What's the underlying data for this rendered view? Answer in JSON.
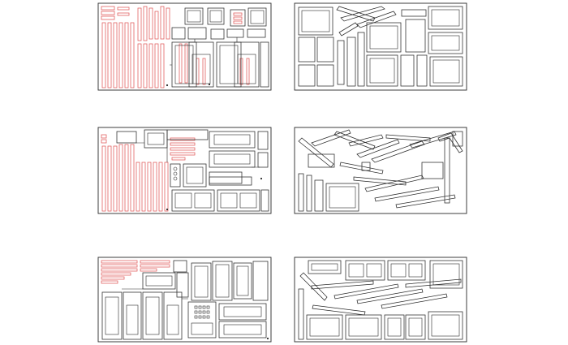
{
  "figure": {
    "layout": {
      "rows": 3,
      "columns": 2
    },
    "panels": [
      {
        "id": "sheet-1",
        "row": 1,
        "column": 1,
        "strip_color": "#e05a5a"
      },
      {
        "id": "sheet-2",
        "row": 1,
        "column": 2
      },
      {
        "id": "sheet-3",
        "row": 2,
        "column": 1,
        "strip_color": "#e05a5a"
      },
      {
        "id": "sheet-4",
        "row": 2,
        "column": 2
      },
      {
        "id": "sheet-5",
        "row": 3,
        "column": 1,
        "strip_color": "#e05a5a"
      },
      {
        "id": "sheet-6",
        "row": 3,
        "column": 2
      }
    ],
    "colors": {
      "outline": "#2a2a2a",
      "strip": "#e05a5a",
      "background": "#ffffff"
    }
  }
}
